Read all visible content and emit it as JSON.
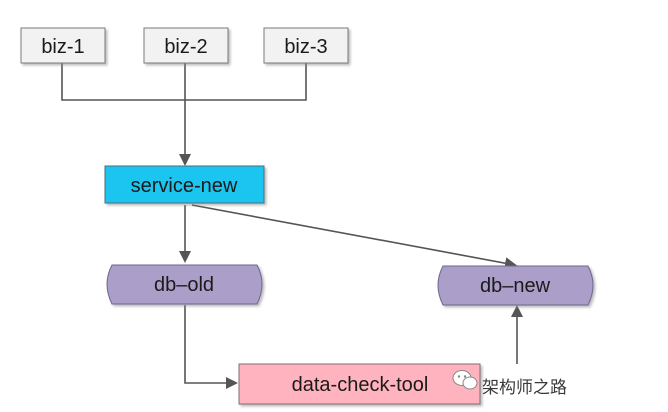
{
  "nodes": {
    "biz1": {
      "label": "biz-1",
      "color": "#f2f2f2"
    },
    "biz2": {
      "label": "biz-2",
      "color": "#f2f2f2"
    },
    "biz3": {
      "label": "biz-3",
      "color": "#f2f2f2"
    },
    "service_new": {
      "label": "service-new",
      "color": "#1ec4f0"
    },
    "db_old": {
      "label": "db–old",
      "color": "#ab9ec8"
    },
    "db_new": {
      "label": "db–new",
      "color": "#ab9ec8"
    },
    "data_check_tool": {
      "label": "data-check-tool",
      "color": "#ffb3bf"
    }
  },
  "edges": [
    {
      "from": "biz-1",
      "to": "service-new"
    },
    {
      "from": "biz-2",
      "to": "service-new"
    },
    {
      "from": "biz-3",
      "to": "service-new"
    },
    {
      "from": "service-new",
      "to": "db–old"
    },
    {
      "from": "service-new",
      "to": "db–new"
    },
    {
      "from": "db–old",
      "to": "data-check-tool"
    },
    {
      "from": "data-check-tool",
      "to": "db–new"
    }
  ],
  "watermark": {
    "text": "架构师之路",
    "icon": "wechat-icon"
  }
}
